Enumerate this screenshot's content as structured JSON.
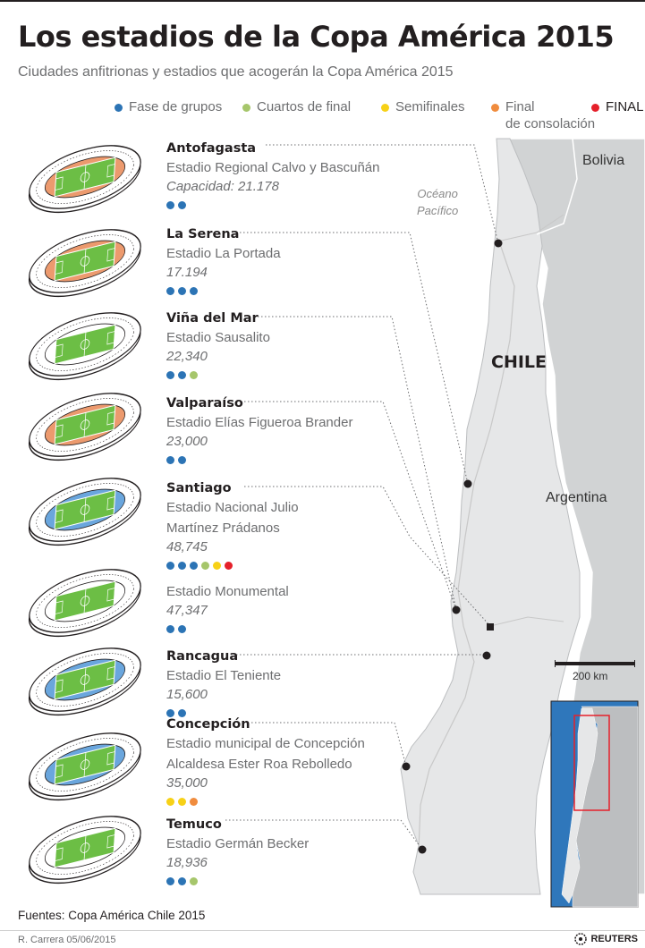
{
  "header": {
    "title": "Los estadios de la Copa América 2015",
    "subtitle": "Ciudades anfitrionas y estadios que acogerán la Copa América 2015"
  },
  "colors": {
    "fase_de_grupos": "#2c74b5",
    "cuartos": "#a6c66b",
    "semifinales": "#f7d117",
    "consolacion": "#f08c3e",
    "final": "#e5202a",
    "land_chile": "#e6e7e8",
    "land_neighbors": "#d1d3d4",
    "ocean": "#ffffff",
    "inset_ocean": "#2f77bb",
    "inset_frame": "#e5202a"
  },
  "legend": [
    {
      "label": "Fase de grupos",
      "color_key": "fase_de_grupos"
    },
    {
      "label": "Cuartos de final",
      "color_key": "cuartos"
    },
    {
      "label": "Semifinales",
      "color_key": "semifinales"
    },
    {
      "label": "Final\nde consolación",
      "color_key": "consolacion"
    },
    {
      "label": "FINAL",
      "color_key": "final"
    }
  ],
  "map": {
    "countries": {
      "bolivia": "Bolivia",
      "argentina": "Argentina",
      "chile": "CHILE"
    },
    "ocean": "Océano\nPacífico",
    "scale": "200 km"
  },
  "stadiums": [
    {
      "city": "Antofagasta",
      "name": "Estadio Regional Calvo y Bascuñán",
      "capacity": "Capacidad: 21.178",
      "matches": [
        "fase_de_grupos",
        "fase_de_grupos"
      ],
      "field": "track"
    },
    {
      "city": "La Serena",
      "name": "Estadio La Portada",
      "capacity": "17.194",
      "matches": [
        "fase_de_grupos",
        "fase_de_grupos",
        "fase_de_grupos"
      ],
      "field": "track"
    },
    {
      "city": "Viña del Mar",
      "name": "Estadio Sausalito",
      "capacity": "22,340",
      "matches": [
        "fase_de_grupos",
        "fase_de_grupos",
        "cuartos"
      ],
      "field": "grass"
    },
    {
      "city": "Valparaíso",
      "name": "Estadio Elías Figueroa Brander",
      "capacity": "23,000",
      "matches": [
        "fase_de_grupos",
        "fase_de_grupos"
      ],
      "field": "track"
    },
    {
      "city": "Santiago",
      "name": "Estadio Nacional Julio\nMartínez Prádanos",
      "capacity": "48,745",
      "matches": [
        "fase_de_grupos",
        "fase_de_grupos",
        "fase_de_grupos",
        "cuartos",
        "semifinales",
        "final"
      ],
      "field": "blue"
    },
    {
      "city": "",
      "name": "Estadio Monumental",
      "capacity": "47,347",
      "matches": [
        "fase_de_grupos",
        "fase_de_grupos"
      ],
      "field": "grass"
    },
    {
      "city": "Rancagua",
      "name": "Estadio El Teniente",
      "capacity": "15,600",
      "matches": [
        "fase_de_grupos",
        "fase_de_grupos"
      ],
      "field": "blue"
    },
    {
      "city": "Concepción",
      "name": "Estadio municipal de Concepción\nAlcaldesa Ester Roa Rebolledo",
      "capacity": "35,000",
      "matches": [
        "semifinales",
        "semifinales",
        "consolacion"
      ],
      "field": "blue"
    },
    {
      "city": "Temuco",
      "name": "Estadio Germán Becker",
      "capacity": "18,936",
      "matches": [
        "fase_de_grupos",
        "fase_de_grupos",
        "cuartos"
      ],
      "field": "grass"
    }
  ],
  "footer": {
    "sources": "Fuentes: Copa América Chile 2015",
    "credit": "R. Carrera 05/06/2015",
    "logo": "REUTERS"
  }
}
